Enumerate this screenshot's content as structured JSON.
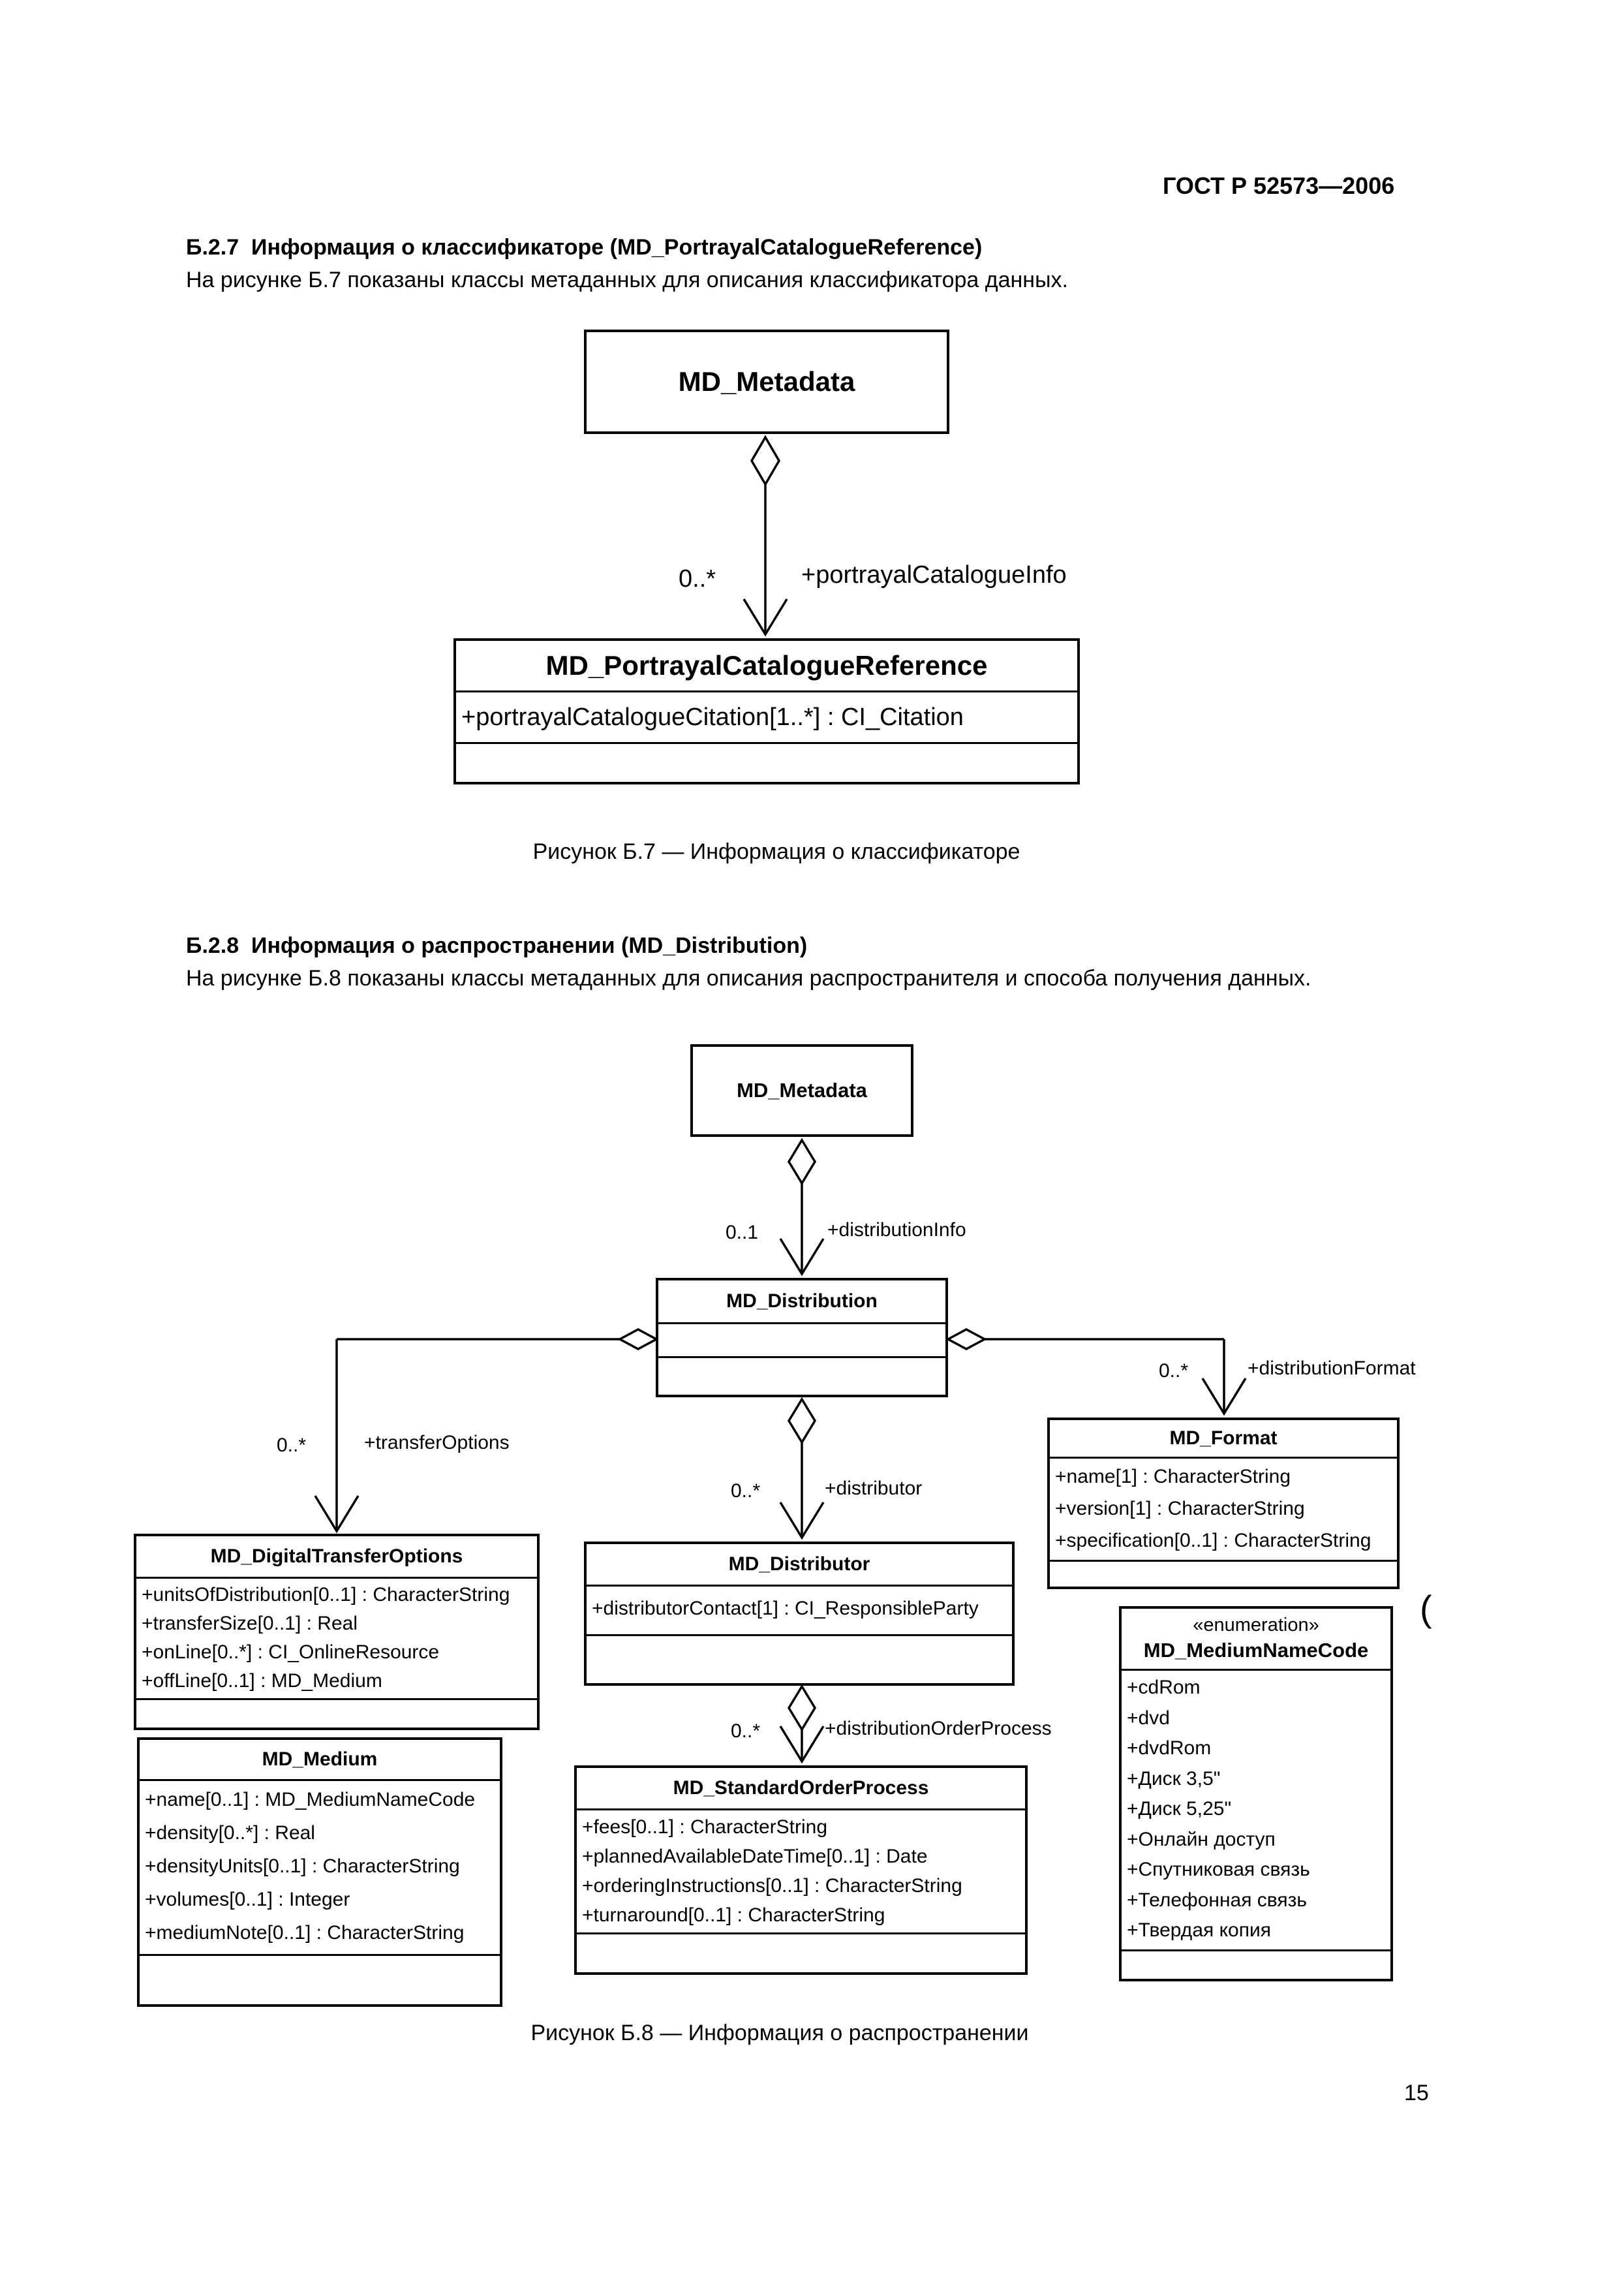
{
  "header": {
    "standard": "ГОСТ Р 52573—2006",
    "page_number": "15"
  },
  "section_b27": {
    "heading": "Б.2.7  Информация о классификаторе (MD_PortrayalCatalogueReference)",
    "body": "На рисунке Б.7 показаны классы метаданных для описания классификатора данных.",
    "figure_caption": "Рисунок Б.7 — Информация о классификаторе"
  },
  "section_b28": {
    "heading": "Б.2.8  Информация о распространении (MD_Distribution)",
    "body": "На рисунке Б.8 показаны классы метаданных для описания распространителя и способа получения данных.",
    "figure_caption": "Рисунок Б.8 — Информация о распространении"
  },
  "figure_b7": {
    "md_metadata": {
      "name": "MD_Metadata"
    },
    "md_portrayal_catalogue_reference": {
      "name": "MD_PortrayalCatalogueReference",
      "attributes": [
        "+portrayalCatalogueCitation[1..*] : CI_Citation"
      ]
    },
    "assoc_portrayal": {
      "multiplicity": "0..*",
      "role": "+portrayalCatalogueInfo"
    }
  },
  "figure_b8": {
    "md_metadata": {
      "name": "MD_Metadata"
    },
    "md_distribution": {
      "name": "MD_Distribution"
    },
    "assoc_distribution_info": {
      "multiplicity": "0..1",
      "role": "+distributionInfo"
    },
    "assoc_transfer_options": {
      "multiplicity": "0..*",
      "role": "+transferOptions"
    },
    "assoc_distribution_format": {
      "multiplicity": "0..*",
      "role": "+distributionFormat"
    },
    "assoc_distributor": {
      "multiplicity": "0..*",
      "role": "+distributor"
    },
    "assoc_distribution_order_process": {
      "multiplicity": "0..*",
      "role": "+distributionOrderProcess"
    },
    "md_digital_transfer_options": {
      "name": "MD_DigitalTransferOptions",
      "attributes": [
        "+unitsOfDistribution[0..1] : CharacterString",
        "+transferSize[0..1] : Real",
        "+onLine[0..*] : CI_OnlineResource",
        "+offLine[0..1] : MD_Medium"
      ]
    },
    "md_medium": {
      "name": "MD_Medium",
      "attributes": [
        "+name[0..1] : MD_MediumNameCode",
        "+density[0..*] : Real",
        "+densityUnits[0..1] : CharacterString",
        "+volumes[0..1] : Integer",
        "+mediumNote[0..1] : CharacterString"
      ]
    },
    "md_distributor": {
      "name": "MD_Distributor",
      "attributes": [
        "+distributorContact[1] : CI_ResponsibleParty"
      ]
    },
    "md_standard_order_process": {
      "name": "MD_StandardOrderProcess",
      "attributes": [
        "+fees[0..1] : CharacterString",
        "+plannedAvailableDateTime[0..1] : Date",
        "+orderingInstructions[0..1] : CharacterString",
        "+turnaround[0..1] : CharacterString"
      ]
    },
    "md_format": {
      "name": "MD_Format",
      "attributes": [
        "+name[1] : CharacterString",
        "+version[1] : CharacterString",
        "+specification[0..1] : CharacterString"
      ]
    },
    "md_medium_name_code": {
      "stereotype": "«enumeration»",
      "name": "MD_MediumNameCode",
      "values": [
        "+cdRom",
        "+dvd",
        "+dvdRom",
        "+Диск 3,5\"",
        "+Диск 5,25\"",
        "+Онлайн доступ",
        "+Спутниковая связь",
        "+Телефонная связь",
        "+Твердая копия"
      ]
    }
  },
  "artifacts": {
    "stray_mark": "("
  }
}
